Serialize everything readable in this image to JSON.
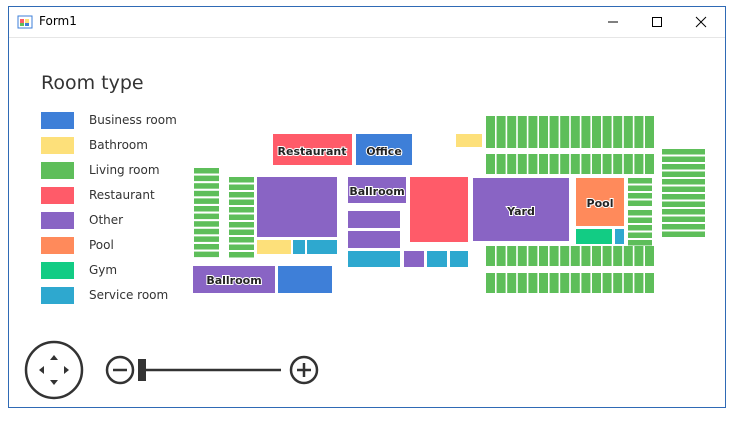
{
  "window": {
    "title": "Form1"
  },
  "legend": {
    "title": "Room type",
    "items": [
      {
        "label": "Business room",
        "color": "#3e7fd8"
      },
      {
        "label": "Bathroom",
        "color": "#fde07a"
      },
      {
        "label": "Living room",
        "color": "#5ebe5a"
      },
      {
        "label": "Restaurant",
        "color": "#ff5b69"
      },
      {
        "label": "Other",
        "color": "#8964c4"
      },
      {
        "label": "Pool",
        "color": "#ff8a5b"
      },
      {
        "label": "Gym",
        "color": "#12cc84"
      },
      {
        "label": "Service room",
        "color": "#2ea8cf"
      }
    ]
  },
  "rooms": {
    "restaurant": "Restaurant",
    "office": "Office",
    "ballroom_top": "Ballroom",
    "ballroom_bottom": "Ballroom",
    "yard": "Yard",
    "pool": "Pool"
  },
  "icons": {
    "pan": "navigation-pad-icon",
    "zoom_out": "zoom-out-icon",
    "zoom_in": "zoom-in-icon"
  },
  "zoom": {
    "level": 0.0
  }
}
